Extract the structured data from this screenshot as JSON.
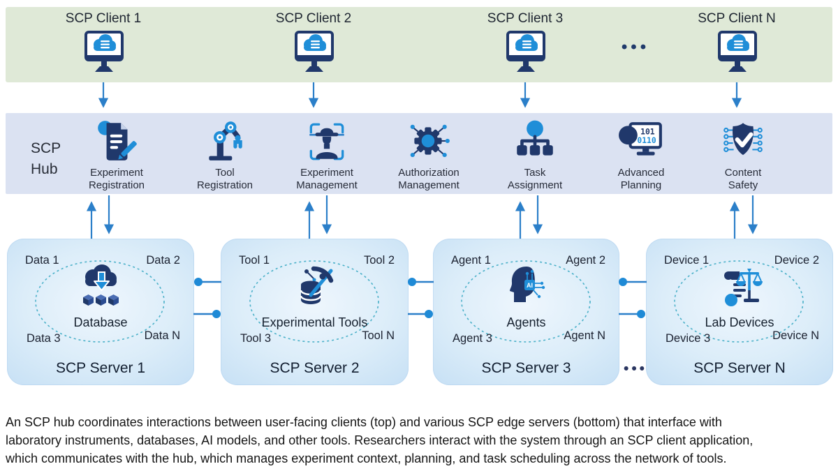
{
  "clients": {
    "items": [
      {
        "label": "SCP Client 1"
      },
      {
        "label": "SCP Client 2"
      },
      {
        "label": "SCP Client 3"
      },
      {
        "label": "SCP Client N"
      }
    ],
    "ellipsis": "•••"
  },
  "hub": {
    "title_line1": "SCP",
    "title_line2": "Hub",
    "items": [
      {
        "label_line1": "Experiment",
        "label_line2": "Registration"
      },
      {
        "label_line1": "Tool",
        "label_line2": "Registration"
      },
      {
        "label_line1": "Experiment",
        "label_line2": "Management"
      },
      {
        "label_line1": "Authorization",
        "label_line2": "Management"
      },
      {
        "label_line1": "Task",
        "label_line2": "Assignment"
      },
      {
        "label_line1": "Advanced",
        "label_line2": "Planning"
      },
      {
        "label_line1": "Content",
        "label_line2": "Safety"
      }
    ],
    "advanced_planning_binary_top": "101",
    "advanced_planning_binary_bottom": "0110"
  },
  "servers": {
    "items": [
      {
        "title": "SCP Server 1",
        "center_label": "Database",
        "corner_top_left": "Data 1",
        "corner_top_right": "Data 2",
        "corner_bottom_left": "Data 3",
        "corner_bottom_right": "Data N"
      },
      {
        "title": "SCP Server 2",
        "center_label": "Experimental Tools",
        "corner_top_left": "Tool 1",
        "corner_top_right": "Tool 2",
        "corner_bottom_left": "Tool 3",
        "corner_bottom_right": "Tool N"
      },
      {
        "title": "SCP Server 3",
        "center_label": "Agents",
        "corner_top_left": "Agent 1",
        "corner_top_right": "Agent 2",
        "corner_bottom_left": "Agent 3",
        "corner_bottom_right": "Agent N"
      },
      {
        "title": "SCP Server N",
        "center_label": "Lab Devices",
        "corner_top_left": "Device 1",
        "corner_top_right": "Device 2",
        "corner_bottom_left": "Device 3",
        "corner_bottom_right": "Device N"
      }
    ],
    "agents_chip_label": "AI",
    "ellipsis": "•••"
  },
  "caption": {
    "lines": [
      "An SCP hub coordinates interactions between user-facing clients (top) and various SCP edge servers (bottom) that interface with",
      "laboratory instruments, databases, AI models, and other tools. Researchers interact with the system through an SCP client application,",
      "which communicates with the hub, which manages experiment context, planning, and task scheduling across the network of tools."
    ]
  },
  "colors": {
    "navy": "#20386b",
    "accent_blue": "#1f8ed8",
    "arrow_blue": "#2b7fc9",
    "band_green": "#dfe9d7",
    "band_lavender": "#dbe2f2",
    "server_fill": "#d5e9f8",
    "ellipse_teal": "#4ab0c8"
  }
}
